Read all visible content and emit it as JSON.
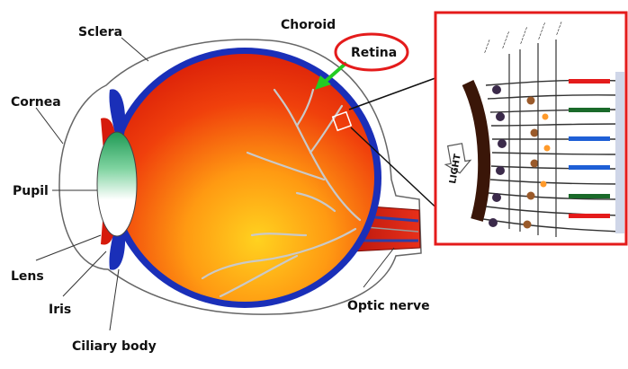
{
  "labels": {
    "sclera": "Sclera",
    "choroid": "Choroid",
    "retina": "Retina",
    "cornea": "Cornea",
    "pupil": "Pupil",
    "lens": "Lens",
    "iris": "Iris",
    "ciliary_body": "Ciliary body",
    "optic_nerve": "Optic nerve"
  },
  "inset": {
    "light_label": "LIGHT"
  },
  "colors": {
    "retina_highlight": "#e41b1b",
    "inset_border": "#e41b1b",
    "arrow": "#22cc22",
    "eye_body": "#e8260c",
    "choroid": "#1a2fb8"
  }
}
